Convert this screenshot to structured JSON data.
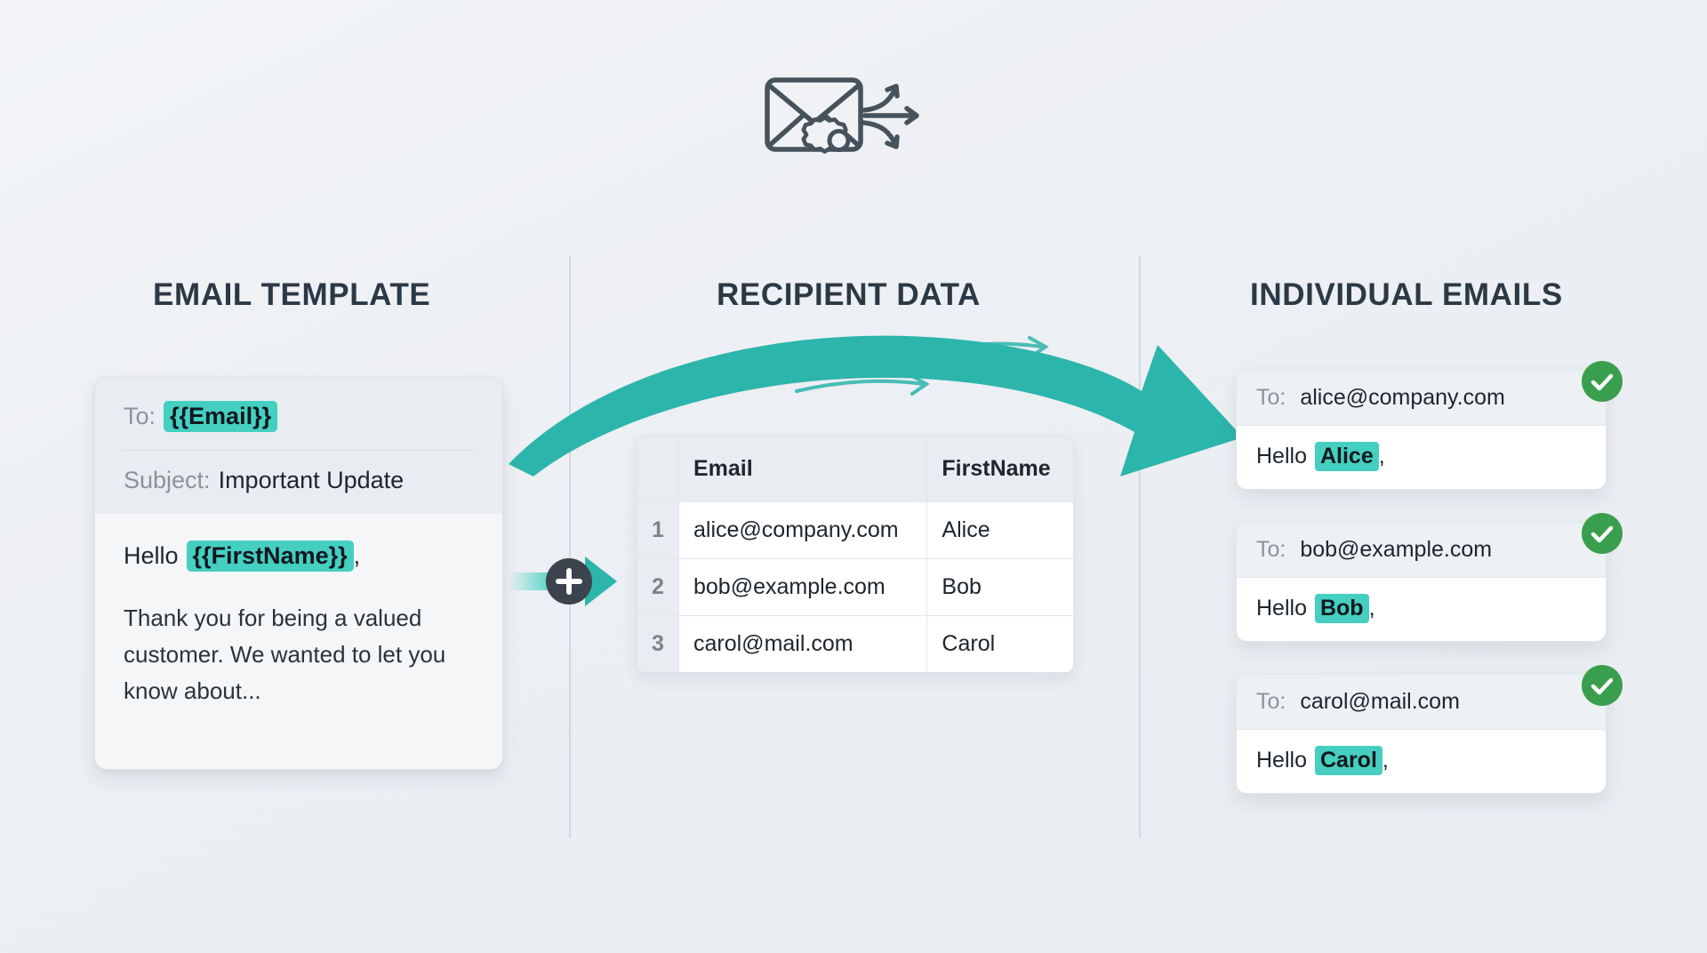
{
  "header": {
    "icon": "envelope-gear-distribute-icon"
  },
  "columns": {
    "template_title": "EMAIL TEMPLATE",
    "data_title": "RECIPIENT DATA",
    "emails_title": "INDIVIDUAL EMAILS"
  },
  "template_card": {
    "to_label": "To:",
    "to_token": "{{Email}}",
    "subject_label": "Subject:",
    "subject_value": "Important Update",
    "greeting_label": "Hello",
    "greeting_token": "{{FirstName}}",
    "greeting_comma": ",",
    "body_text": "Thank you for being a valued customer. We wanted to let you know about..."
  },
  "connector": {
    "icon": "plus-merge-icon"
  },
  "flow": {
    "icon": "curved-merge-arrow-icon"
  },
  "recipient_table": {
    "index_header": "",
    "headers": [
      "Email",
      "FirstName"
    ],
    "rows": [
      {
        "index": "1",
        "email": "alice@company.com",
        "firstname": "Alice"
      },
      {
        "index": "2",
        "email": "bob@example.com",
        "firstname": "Bob"
      },
      {
        "index": "3",
        "email": "carol@mail.com",
        "firstname": "Carol"
      }
    ]
  },
  "output_emails": [
    {
      "to_label": "To:",
      "to_value": "alice@company.com",
      "greeting_label": "Hello",
      "name": "Alice",
      "comma": ",",
      "status": "sent"
    },
    {
      "to_label": "To:",
      "to_value": "bob@example.com",
      "greeting_label": "Hello",
      "name": "Bob",
      "comma": ",",
      "status": "sent"
    },
    {
      "to_label": "To:",
      "to_value": "carol@mail.com",
      "greeting_label": "Hello",
      "name": "Carol",
      "comma": ",",
      "status": "sent"
    }
  ],
  "colors": {
    "accent_teal": "#45cfc0",
    "arrow_teal": "#2cb5ab",
    "success_green": "#3a9e4f",
    "heading": "#2b3946",
    "background": "#eef1f4"
  }
}
